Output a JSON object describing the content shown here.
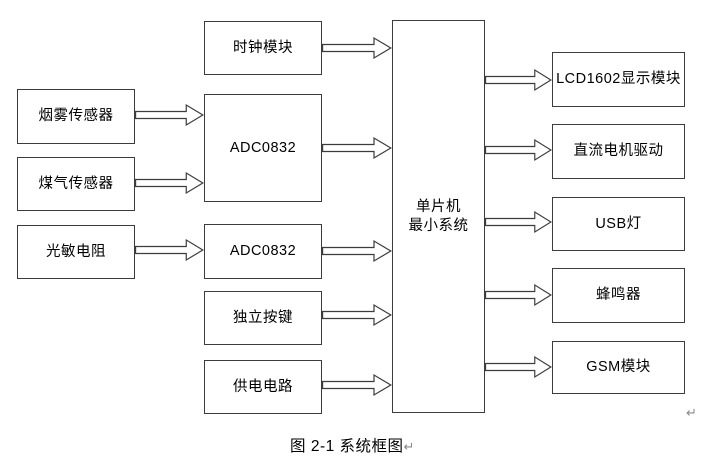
{
  "diagram": {
    "caption": "图 2-1 系统框图",
    "paragraph_mark": "↵",
    "colors": {
      "background": "#ffffff",
      "box_border": "#3c3c3c",
      "text": "#000000",
      "paragraph_mark": "#8a8a8a"
    },
    "boxes": {
      "clock": "时钟模块",
      "smoke_sensor": "烟雾传感器",
      "gas_sensor": "煤气传感器",
      "photoresistor": "光敏电阻",
      "adc_upper": "ADC0832",
      "adc_lower": "ADC0832",
      "keys": "独立按键",
      "power": "供电电路",
      "mcu_line1": "单片机",
      "mcu_line2": "最小系统",
      "lcd": "LCD1602显示模块",
      "motor": "直流电机驱动",
      "usb_lamp": "USB灯",
      "buzzer": "蜂鸣器",
      "gsm": "GSM模块"
    }
  }
}
